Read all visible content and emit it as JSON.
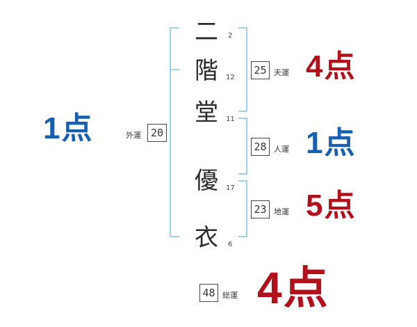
{
  "name_chars": [
    {
      "char": "二",
      "strokes": "2"
    },
    {
      "char": "階",
      "strokes": "12"
    },
    {
      "char": "堂",
      "strokes": "11"
    },
    {
      "char": "優",
      "strokes": "17"
    },
    {
      "char": "衣",
      "strokes": "6"
    }
  ],
  "gaiun": {
    "value": "20",
    "label": "外運",
    "score": "1点"
  },
  "tenun": {
    "value": "25",
    "label": "天運",
    "score": "4点"
  },
  "jinun": {
    "value": "28",
    "label": "人運",
    "score": "1点"
  },
  "chiun": {
    "value": "23",
    "label": "地運",
    "score": "5点"
  },
  "souun": {
    "value": "48",
    "label": "総運",
    "score": "4点"
  },
  "colors": {
    "bracket": "#9fd0ea",
    "good": "#b2101a",
    "bad": "#1560b0"
  }
}
